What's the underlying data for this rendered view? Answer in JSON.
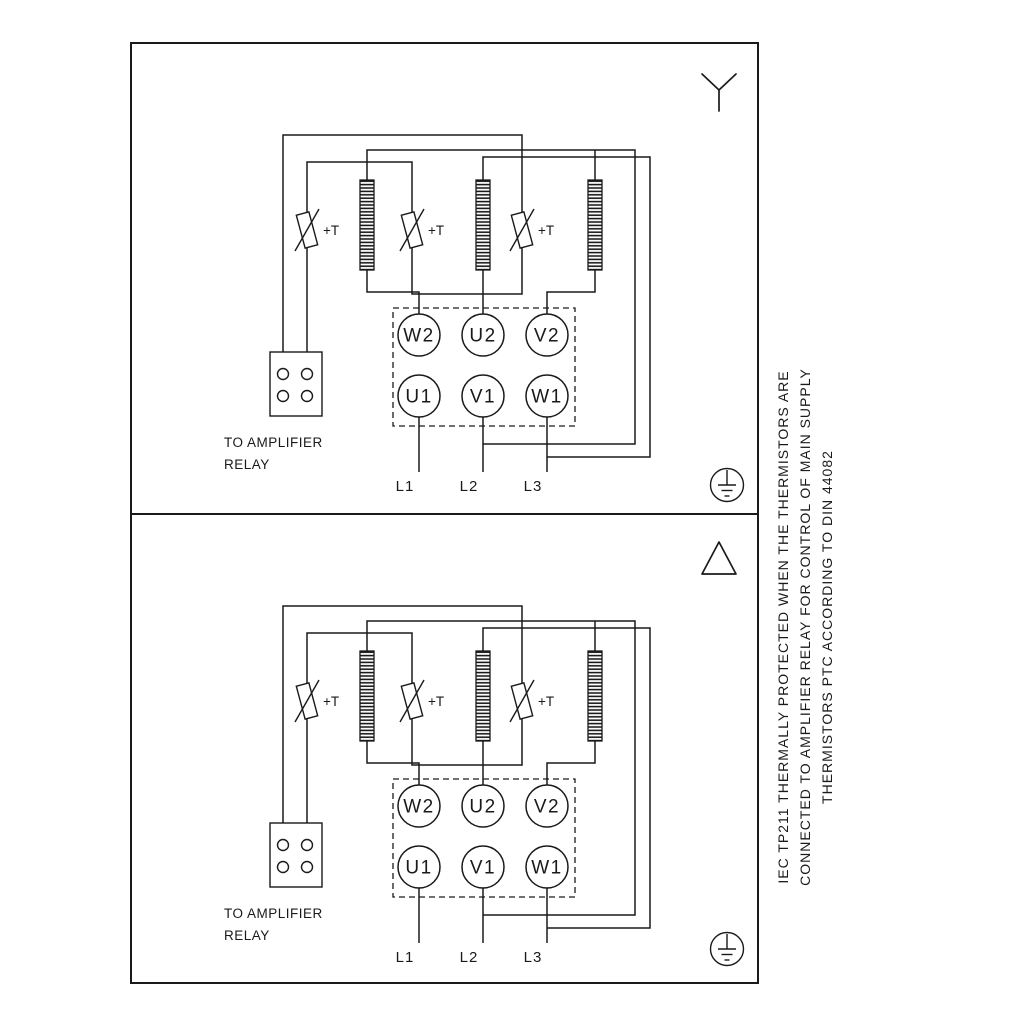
{
  "page": {
    "background": "#ffffff",
    "ink": "#1a1a1a"
  },
  "side_note": {
    "lines": [
      "IEC TP211 THERMALLY PROTECTED WHEN THE THERMISTORS ARE",
      "CONNECTED TO AMPLIFIER RELAY FOR CONTROL OF MAIN SUPPLY",
      "THERMISTORS PTC ACCORDING TO DIN 44082"
    ]
  },
  "panels": [
    {
      "name": "star-connection",
      "symbol": "star",
      "thermistor_label": "+T",
      "amplifier_note": [
        "TO AMPLIFIER",
        "RELAY"
      ],
      "terminals_top": [
        "W2",
        "U2",
        "V2"
      ],
      "terminals_bottom": [
        "U1",
        "V1",
        "W1"
      ],
      "supply_lines": [
        "L1",
        "L2",
        "L3"
      ]
    },
    {
      "name": "delta-connection",
      "symbol": "delta",
      "thermistor_label": "+T",
      "amplifier_note": [
        "TO AMPLIFIER",
        "RELAY"
      ],
      "terminals_top": [
        "W2",
        "U2",
        "V2"
      ],
      "terminals_bottom": [
        "U1",
        "V1",
        "W1"
      ],
      "supply_lines": [
        "L1",
        "L2",
        "L3"
      ]
    }
  ]
}
